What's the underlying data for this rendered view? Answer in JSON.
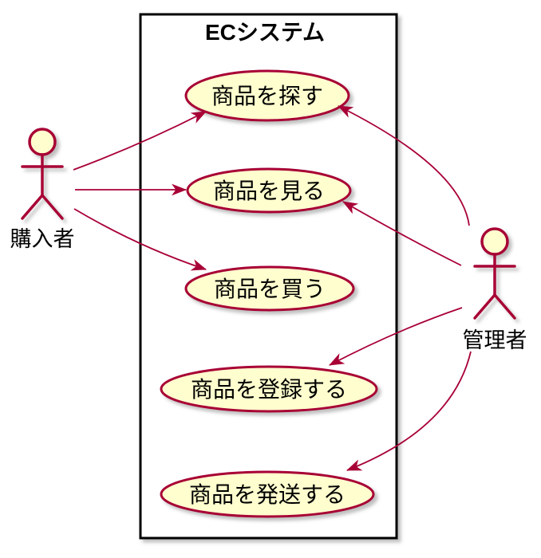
{
  "diagram": {
    "kind": "uml-usecase-diagram",
    "system": {
      "title": "ECシステム"
    },
    "actors": [
      {
        "id": "buyer",
        "label": "購入者"
      },
      {
        "id": "admin",
        "label": "管理者"
      }
    ],
    "usecases": [
      {
        "id": "search",
        "label": "商品を探す"
      },
      {
        "id": "view",
        "label": "商品を見る"
      },
      {
        "id": "buy",
        "label": "商品を買う"
      },
      {
        "id": "register",
        "label": "商品を登録する"
      },
      {
        "id": "ship",
        "label": "商品を発送する"
      }
    ],
    "associations": [
      {
        "from": "購入者",
        "to": "商品を探す"
      },
      {
        "from": "購入者",
        "to": "商品を見る"
      },
      {
        "from": "購入者",
        "to": "商品を買う"
      },
      {
        "from": "管理者",
        "to": "商品を探す"
      },
      {
        "from": "管理者",
        "to": "商品を見る"
      },
      {
        "from": "管理者",
        "to": "商品を登録する"
      },
      {
        "from": "管理者",
        "to": "商品を発送する"
      }
    ],
    "colors": {
      "accent": "#A80036",
      "node_fill": "#FEFECE",
      "boundary_border": "#000000",
      "text": "#000000",
      "background": "#FFFFFF",
      "shadow": "#808080"
    }
  }
}
